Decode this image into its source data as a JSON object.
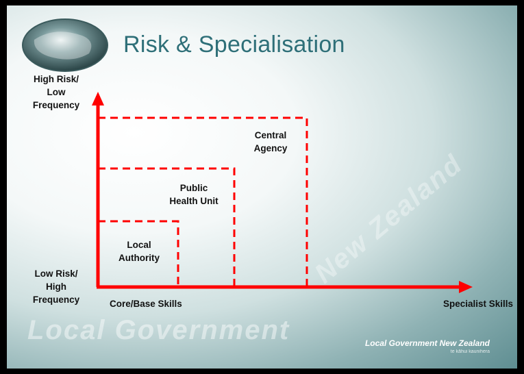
{
  "title": "Risk & Specialisation",
  "axes": {
    "y_top_label": "High Risk/\nLow\nFrequency",
    "y_bottom_label": "Low Risk/\nHigh\nFrequency",
    "x_left_label": "Core/Base Skills",
    "x_right_label": "Specialist Skills"
  },
  "regions": [
    {
      "label": "Local\nAuthority"
    },
    {
      "label": "Public\nHealth Unit"
    },
    {
      "label": "Central\nAgency"
    }
  ],
  "watermark": {
    "line1": "Local Government",
    "line2": "New Zealand"
  },
  "footer": {
    "brand": "Local Government New Zealand",
    "tagline": "te kāhui kaunihera"
  },
  "colors": {
    "accent": "#ff0000",
    "title": "#2e6f78"
  },
  "icons": {
    "logo": "globe-logo-icon"
  }
}
